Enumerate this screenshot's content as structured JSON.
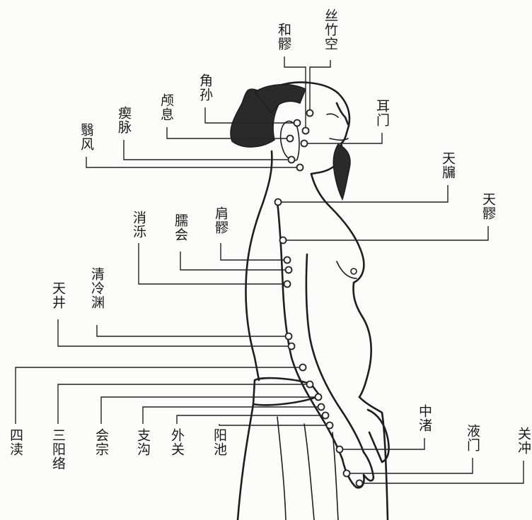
{
  "points": {
    "sizhukong": "丝竹空",
    "heliao": "和髎",
    "jiaosun": "角孙",
    "luxi": "颅息",
    "chimai": "瘈脉",
    "yifeng": "翳风",
    "ermen": "耳门",
    "tianyou": "天牖",
    "tianliao": "天髎",
    "jianliao": "肩髎",
    "naohui": "臑会",
    "xiaoluo": "消泺",
    "qinglengyuan": "清冷渊",
    "tianjing": "天井",
    "sidu": "四渎",
    "sanyangluo": "三阳络",
    "huizong": "会宗",
    "zhigou": "支沟",
    "waiguan": "外关",
    "yangchi": "阳池",
    "zhongzhu": "中渚",
    "yemen": "液门",
    "guanchong": "关冲"
  }
}
